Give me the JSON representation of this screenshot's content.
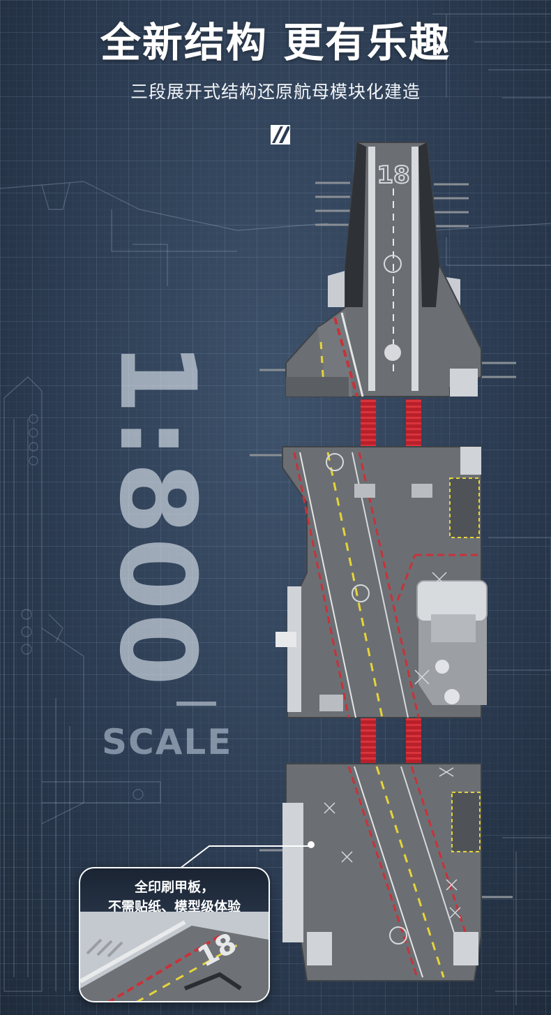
{
  "headline": "全新结构 更有乐趣",
  "subline": "三段展开式结构还原航母模块化建造",
  "scale": {
    "ratio_text": "1:800",
    "word": "SCALE"
  },
  "deck": {
    "hull_number": "18"
  },
  "callout": {
    "line1": "全印刷甲板，",
    "line2": "不需贴纸、模型级体验",
    "detail_number": "18"
  },
  "icons": [
    "brand-logo-icon"
  ],
  "colors": {
    "background": "#2c3c52",
    "deck_gray": "#6b6f73",
    "deck_stripe_red": "#c8323a",
    "deck_stripe_yellow": "#e6d43a",
    "connector_red": "#c8202a",
    "headline_text": "#ffffff"
  }
}
